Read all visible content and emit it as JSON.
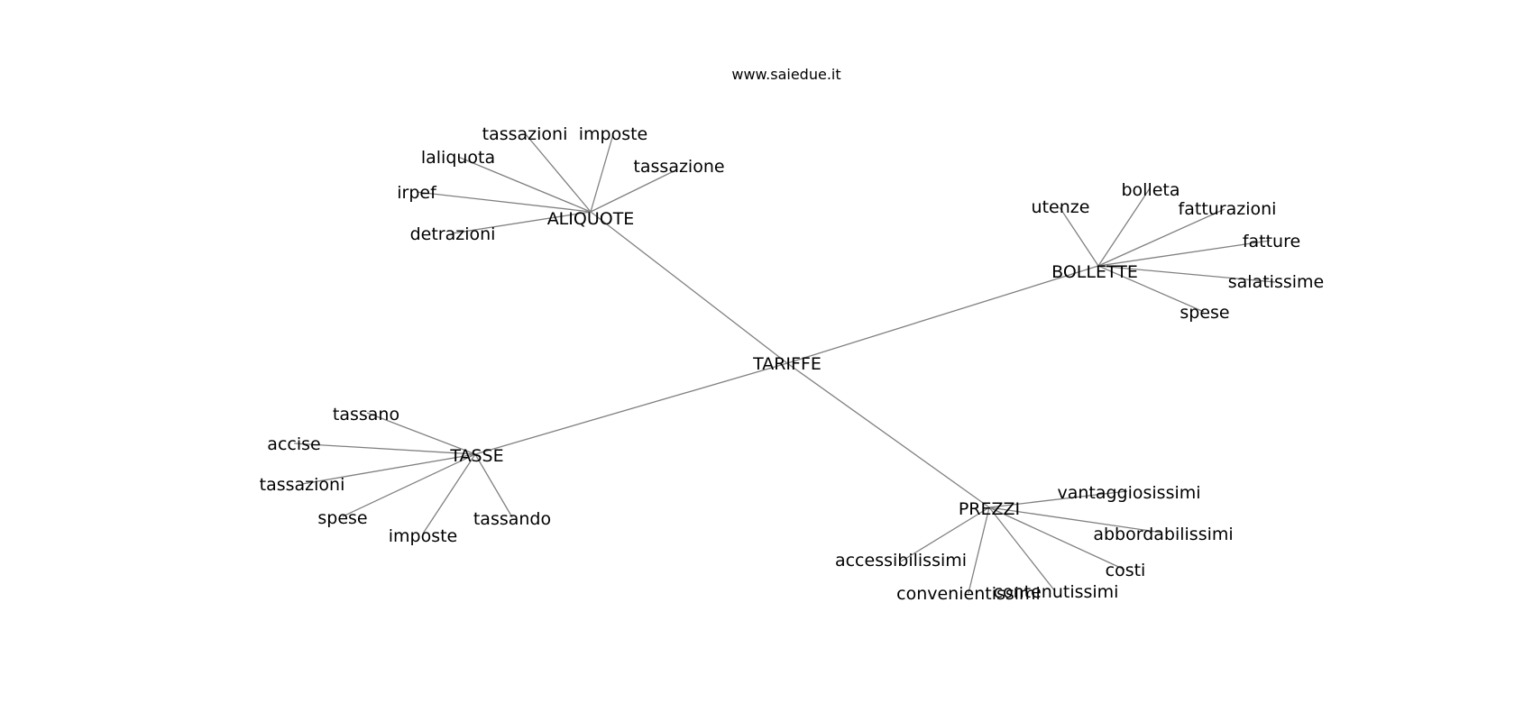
{
  "header": {
    "site": "www.saiedue.it"
  },
  "graph": {
    "center": {
      "id": "tariffe",
      "label": "TARIFFE"
    },
    "clusters": [
      {
        "id": "aliquote",
        "label": "ALIQUOTE",
        "leaves": [
          {
            "id": "aliquote-tassazioni",
            "label": "tassazioni"
          },
          {
            "id": "aliquote-imposte",
            "label": "imposte"
          },
          {
            "id": "aliquote-laliquota",
            "label": "laliquota"
          },
          {
            "id": "aliquote-tassazione",
            "label": "tassazione"
          },
          {
            "id": "aliquote-irpef",
            "label": "irpef"
          },
          {
            "id": "aliquote-detrazioni",
            "label": "detrazioni"
          }
        ]
      },
      {
        "id": "bollette",
        "label": "BOLLETTE",
        "leaves": [
          {
            "id": "bollette-utenze",
            "label": "utenze"
          },
          {
            "id": "bollette-bolleta",
            "label": "bolleta"
          },
          {
            "id": "bollette-fatturazioni",
            "label": "fatturazioni"
          },
          {
            "id": "bollette-fatture",
            "label": "fatture"
          },
          {
            "id": "bollette-salatissime",
            "label": "salatissime"
          },
          {
            "id": "bollette-spese",
            "label": "spese"
          }
        ]
      },
      {
        "id": "tasse",
        "label": "TASSE",
        "leaves": [
          {
            "id": "tasse-tassano",
            "label": "tassano"
          },
          {
            "id": "tasse-accise",
            "label": "accise"
          },
          {
            "id": "tasse-tassazioni",
            "label": "tassazioni"
          },
          {
            "id": "tasse-spese",
            "label": "spese"
          },
          {
            "id": "tasse-imposte",
            "label": "imposte"
          },
          {
            "id": "tasse-tassando",
            "label": "tassando"
          }
        ]
      },
      {
        "id": "prezzi",
        "label": "PREZZI",
        "leaves": [
          {
            "id": "prezzi-vantaggiosissimi",
            "label": "vantaggiosissimi"
          },
          {
            "id": "prezzi-abbordabilissimi",
            "label": "abbordabilissimi"
          },
          {
            "id": "prezzi-costi",
            "label": "costi"
          },
          {
            "id": "prezzi-contenutissimi",
            "label": "contenutissimi"
          },
          {
            "id": "prezzi-convenientissimi",
            "label": "convenientissimi"
          },
          {
            "id": "prezzi-accessibilissimi",
            "label": "accessibilissimi"
          }
        ]
      }
    ]
  }
}
